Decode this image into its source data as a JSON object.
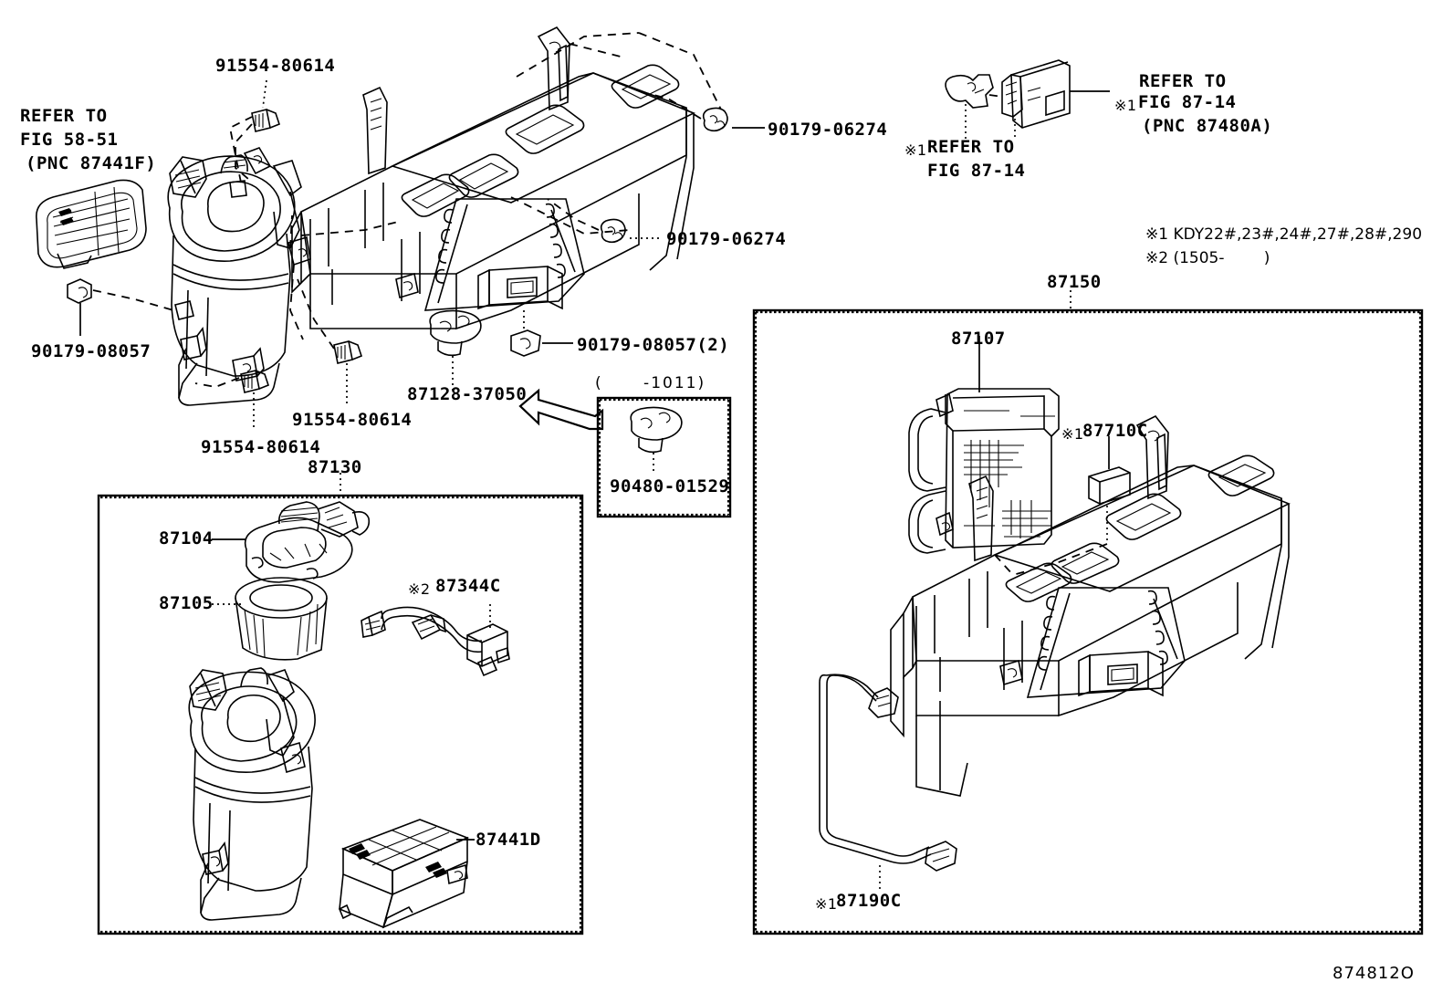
{
  "diagram": {
    "title": "Toyota heater unit / blower parts diagram",
    "drawing_id": "874812O",
    "ink_color": "#000000",
    "background_color": "#ffffff"
  },
  "labels": {
    "refer_fig_58_51": {
      "line1": "REFER TO",
      "line2": "FIG 58-51",
      "line3": "(PNC 87441F)"
    },
    "refer_fig_87_14_right": {
      "line1": "REFER TO",
      "line2": "FIG 87-14",
      "line3": "(PNC 87480A)",
      "mark": "※1"
    },
    "refer_fig_87_14_left": {
      "line1": "REFER TO",
      "line2": "FIG 87-14",
      "mark": "※1"
    },
    "bolt_top": "91554-80614",
    "bolt_mid": "91554-80614",
    "bolt_low": "91554-80614",
    "nut_upper": "90179-06274",
    "nut_lower": "90179-06274",
    "nut_left": "90179-08057",
    "nut_center": "90179-08057(2)",
    "grommet": "87128-37050",
    "inset_range": "(      -1011)",
    "inset_part": "90480-01529",
    "blower_assy": "87130",
    "blower_motor": "87104",
    "blower_fan": "87105",
    "resistor_harness": "87344C",
    "resistor_harness_mark": "※2",
    "filter": "87441D",
    "heater_assy": "87150",
    "heater_core": "87107",
    "valve": "87710C",
    "valve_mark": "※1",
    "wire": "87190C",
    "wire_mark": "※1"
  },
  "footnotes": {
    "note1": "※1 KDY22#,23#,24#,27#,28#,290",
    "note2": "※2 (1505-        )"
  }
}
